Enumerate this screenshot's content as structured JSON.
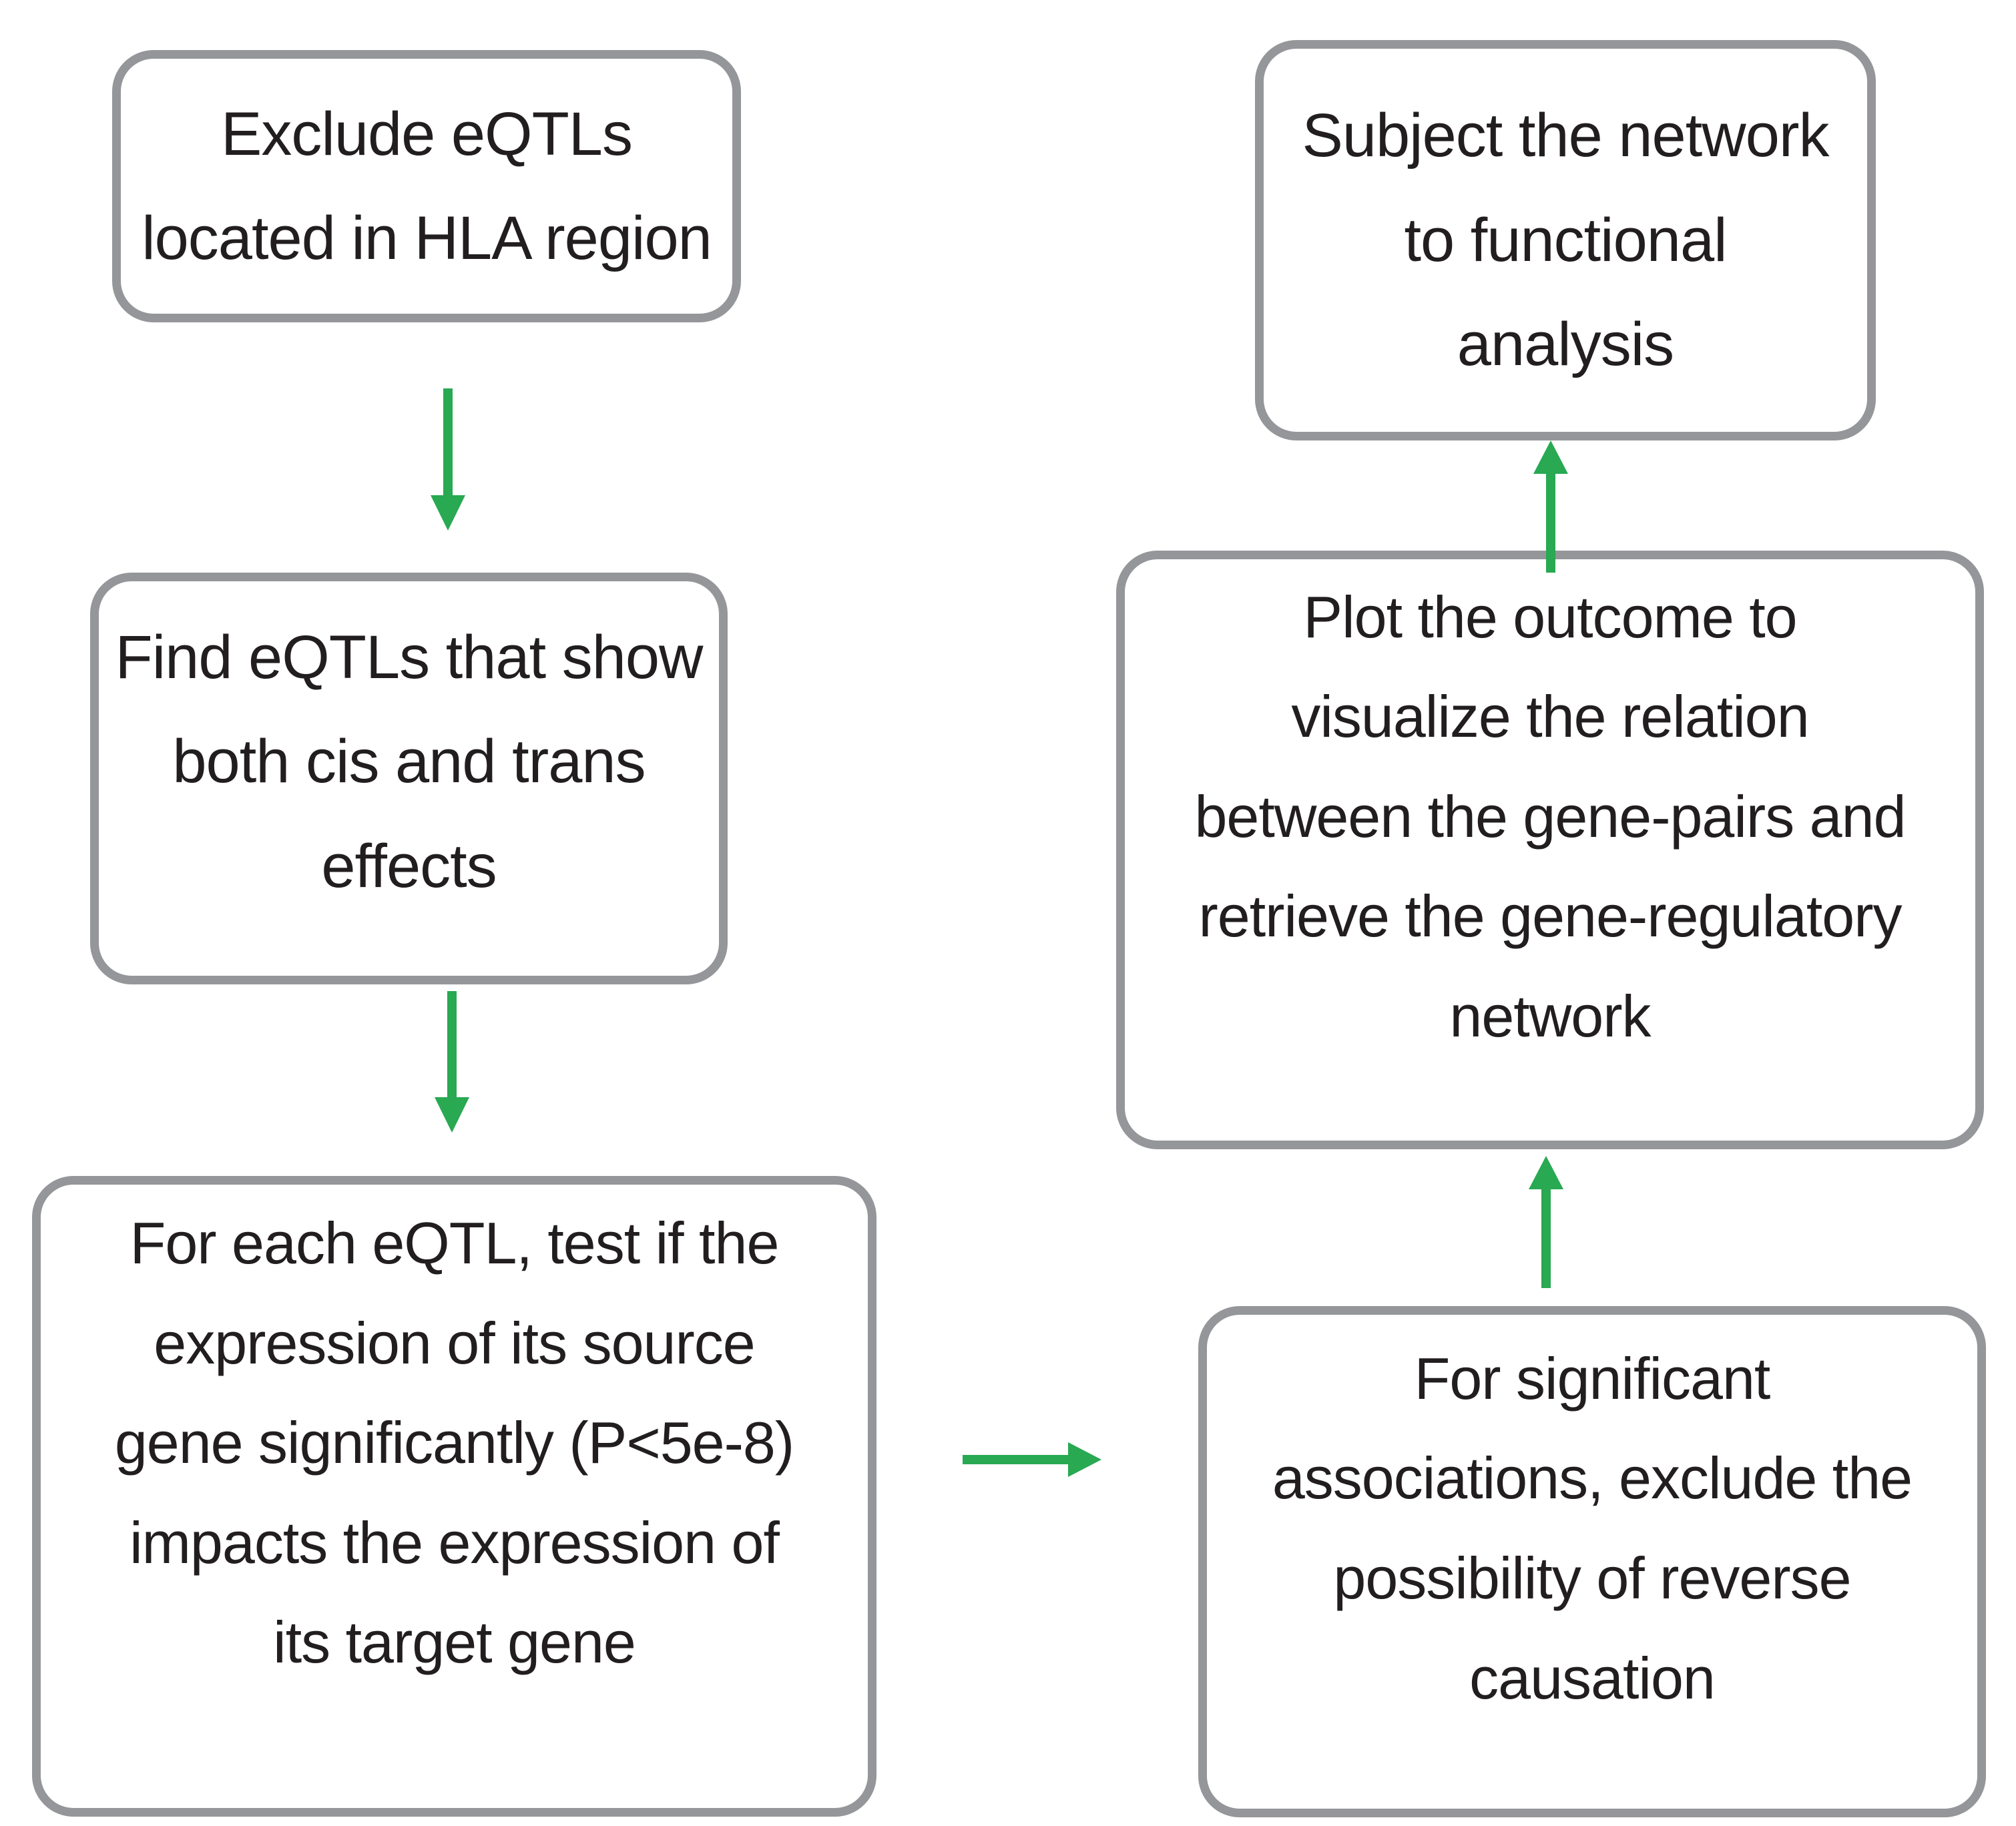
{
  "diagram": {
    "type": "flowchart",
    "colors": {
      "arrow_green": "#28a952",
      "box_border_gray": "#949699",
      "text_color": "#221e1f",
      "page_bg": "#ffffff"
    },
    "boxes": [
      {
        "id": "exclude-hla",
        "lines": [
          "Exclude eQTLs",
          "located in HLA region"
        ]
      },
      {
        "id": "find-eqtls",
        "lines": [
          "Find eQTLs that show",
          "both cis and trans",
          "effects"
        ]
      },
      {
        "id": "test-eqtl",
        "lines": [
          "For each eQTL, test if the",
          "expression of its source",
          "gene significantly (P<5e-8)",
          "impacts the expression of",
          "its target gene"
        ]
      },
      {
        "id": "reverse-causation",
        "lines": [
          "For significant",
          "associations, exclude the",
          "possibility of reverse",
          "causation"
        ]
      },
      {
        "id": "plot-network",
        "lines": [
          "Plot the outcome to",
          "visualize the relation",
          "between the gene-pairs and",
          "retrieve the gene-regulatory",
          "network"
        ]
      },
      {
        "id": "functional-analysis",
        "lines": [
          "Subject the network",
          "to functional",
          "analysis"
        ]
      }
    ],
    "arrows": [
      {
        "from": "exclude-hla",
        "to": "find-eqtls",
        "direction": "down"
      },
      {
        "from": "find-eqtls",
        "to": "test-eqtl",
        "direction": "down"
      },
      {
        "from": "test-eqtl",
        "to": "reverse-causation",
        "direction": "right"
      },
      {
        "from": "reverse-causation",
        "to": "plot-network",
        "direction": "up"
      },
      {
        "from": "plot-network",
        "to": "functional-analysis",
        "direction": "up"
      }
    ]
  }
}
